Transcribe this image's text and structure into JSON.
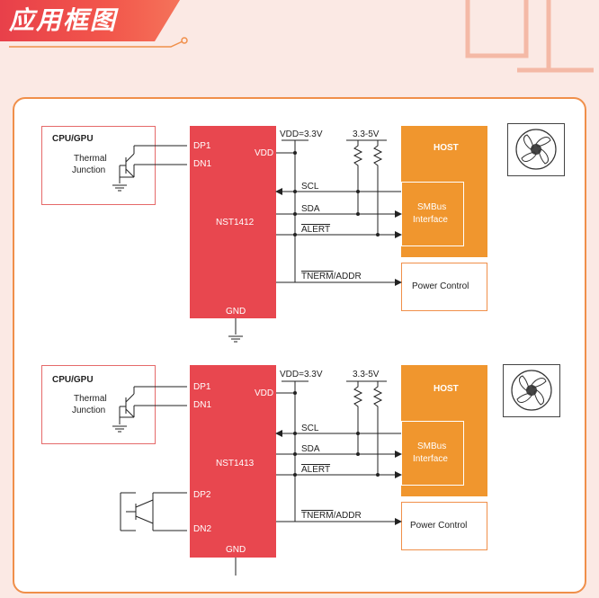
{
  "header": {
    "title": "应用框图"
  },
  "diagram1": {
    "cpu_label": "CPU/GPU",
    "thermal_label_1": "Thermal",
    "thermal_label_2": "Junction",
    "chip_name": "NST1412",
    "dp1": "DP1",
    "dn1": "DN1",
    "vdd_pin": "VDD",
    "gnd_pin": "GND",
    "vdd_supply": "VDD=3.3V",
    "pullup_supply": "3.3-5V",
    "scl": "SCL",
    "sda": "SDA",
    "alert": "ALERT",
    "tnerm": "TNERM",
    "addr": "/ADDR",
    "host": "HOST",
    "smbus_1": "SMBus",
    "smbus_2": "Interface",
    "power_control": "Power Control"
  },
  "diagram2": {
    "cpu_label": "CPU/GPU",
    "thermal_label_1": "Thermal",
    "thermal_label_2": "Junction",
    "chip_name": "NST1413",
    "dp1": "DP1",
    "dn1": "DN1",
    "dp2": "DP2",
    "dn2": "DN2",
    "vdd_pin": "VDD",
    "gnd_pin": "GND",
    "vdd_supply": "VDD=3.3V",
    "pullup_supply": "3.3-5V",
    "scl": "SCL",
    "sda": "SDA",
    "alert": "ALERT",
    "tnerm": "TNERM",
    "addr": "/ADDR",
    "host": "HOST",
    "smbus_1": "SMBus",
    "smbus_2": "Interface",
    "power_control": "Power Control"
  },
  "colors": {
    "banner": "#e8404a",
    "chip": "#e8474f",
    "host": "#f0962e",
    "panel_border": "#f08f4a",
    "background": "#fbe9e4"
  },
  "icons": [
    "fan-icon",
    "transistor-icon",
    "ground-icon",
    "resistor-icon",
    "arrow-icon"
  ]
}
